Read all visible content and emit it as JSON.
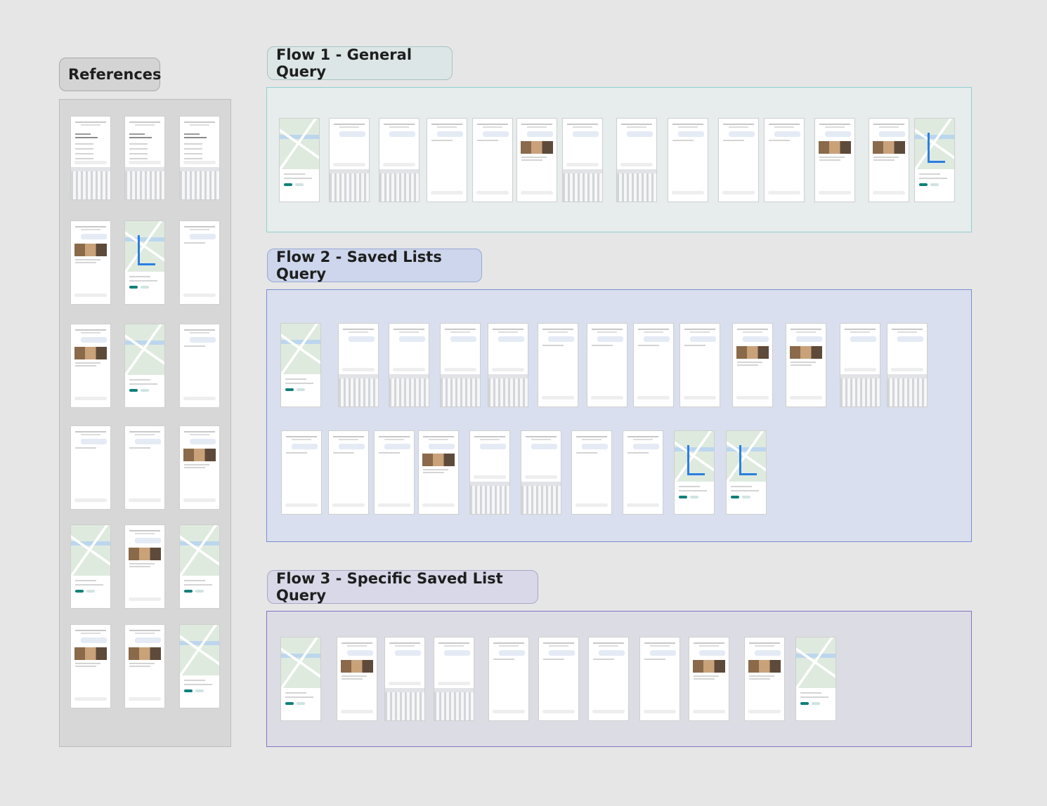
{
  "labels": {
    "references": "References",
    "flow1": "Flow 1 - General Query",
    "flow2": "Flow 2 - Saved Lists Query",
    "flow3": "Flow 3 - Specific Saved List Query"
  },
  "colors": {
    "background": "#e6e6e6",
    "flow1_border": "#8fd0d4",
    "flow2_border": "#7a8fd0",
    "flow3_border": "#8274c6",
    "accent_teal": "#0f7f7a"
  }
}
